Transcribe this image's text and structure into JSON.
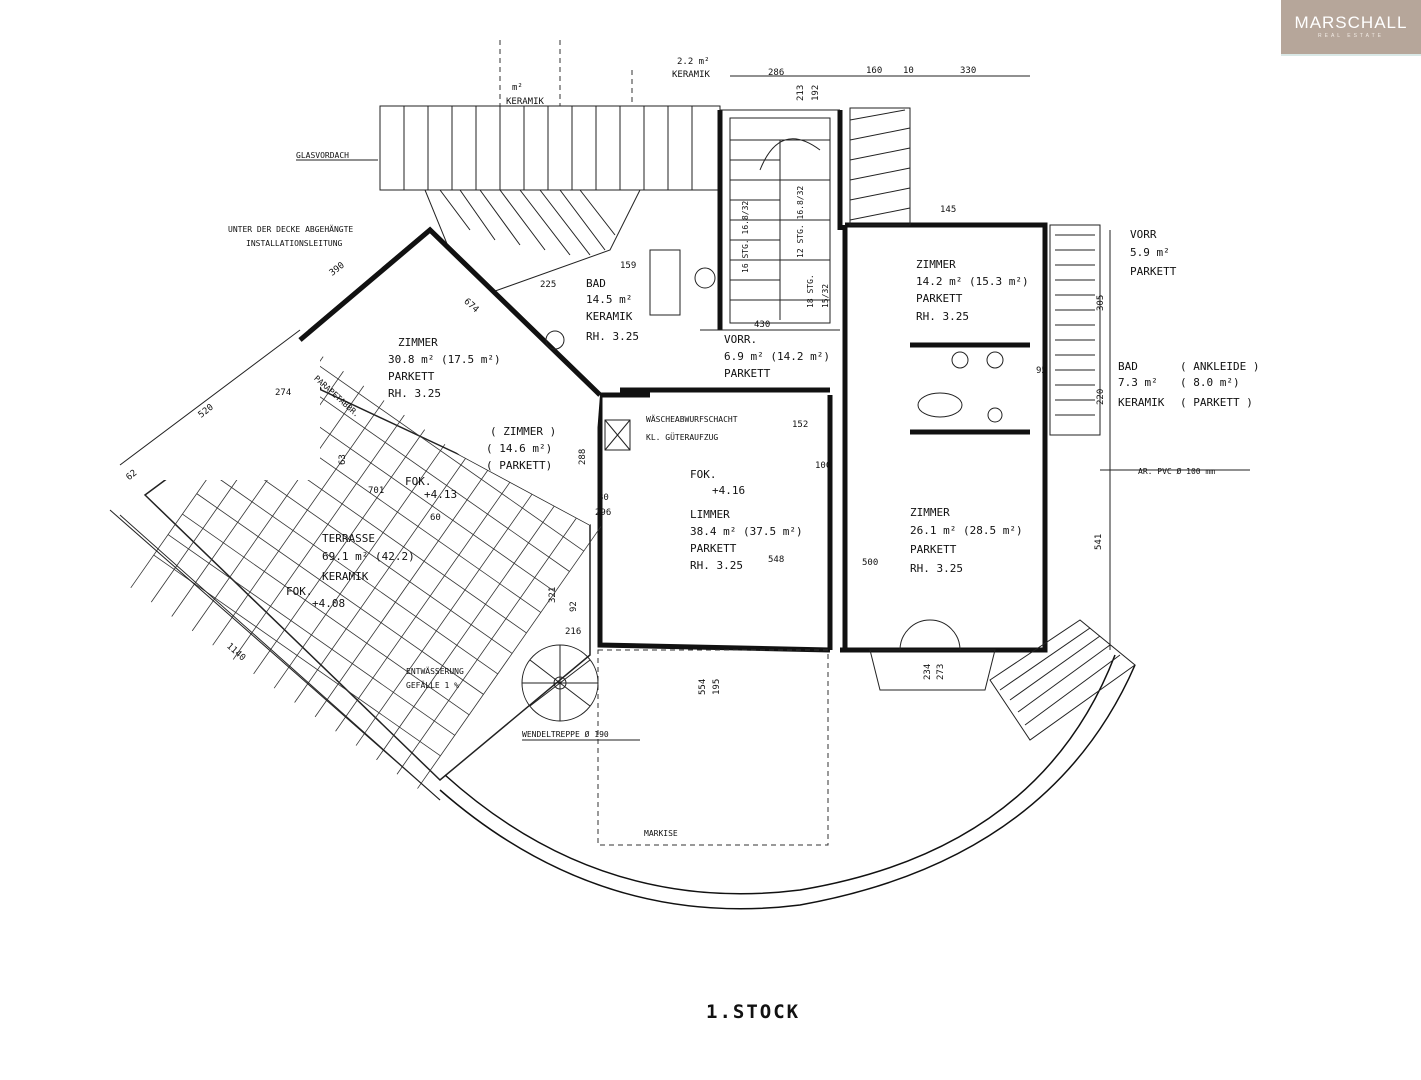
{
  "logo": {
    "brand": "MARSCHALL",
    "sub": "REAL ESTATE"
  },
  "floor_title": "1.STOCK",
  "rooms": {
    "zimmer_a": {
      "name": "ZIMMER",
      "area": "30.8 m² (17.5 m²)",
      "floor": "PARKETT",
      "height": "RH. 3.25"
    },
    "zimmer_b": {
      "name": "( ZIMMER )",
      "area": "( 14.6 m²)",
      "floor": "( PARKETT)"
    },
    "bad_a": {
      "name": "BAD",
      "area": "14.5 m²",
      "floor": "KERAMIK",
      "height": "RH. 3.25"
    },
    "vorr_a": {
      "name": "VORR.",
      "area": "6.9 m² (14.2 m²)",
      "floor": "PARKETT"
    },
    "zimmer_c": {
      "name": "ZIMMER",
      "area": "14.2 m² (15.3 m²)",
      "floor": "PARKETT",
      "height": "RH. 3.25"
    },
    "vorr_b": {
      "name": "VORR",
      "area": "5.9 m²",
      "floor": "PARKETT"
    },
    "bad_b": {
      "name": "BAD",
      "area": "7.3 m²",
      "floor": "KERAMIK"
    },
    "ankleide": {
      "name": "( ANKLEIDE )",
      "area": "( 8.0 m²)",
      "floor": "( PARKETT )"
    },
    "zimmer_d": {
      "name": "ZIMMER",
      "area": "26.1 m² (28.5 m²)",
      "floor": "PARKETT",
      "height": "RH. 3.25"
    },
    "limmer": {
      "name": "LIMMER",
      "area": "38.4 m² (37.5 m²)",
      "floor": "PARKETT",
      "height": "RH. 3.25"
    },
    "terrasse": {
      "name": "TERRASSE",
      "area": "69.1 m² (42.2)",
      "floor": "KERAMIK"
    },
    "keramik_top": {
      "area": "2.2 m²",
      "floor": "KERAMIK"
    },
    "keramik_left": {
      "area": "m²",
      "floor": "KERAMIK"
    }
  },
  "annotations": {
    "glasvordach": "GLASVORDACH",
    "installation_1": "UNTER DER DECKE ABGEHÄNGTE",
    "installation_2": "INSTALLATIONSLEITUNG",
    "parapet": "PARAPETABBR.",
    "waesche": "WÄSCHEABWURFSCHACHT",
    "aufzug": "KL. GÜTERAUFZUG",
    "entwaesserung_1": "ENTWÄSSERUNG",
    "entwaesserung_2": "GEFÄLLE 1 %",
    "wendeltreppe": "WENDELTREPPE Ø 190",
    "markise": "MARKISE",
    "ar_pvc": "AR. PVC Ø 100 mm",
    "fok_1": "FOK.",
    "fok_1_val": "+4.16",
    "fok_2": "FOK.",
    "fok_2_val": "+4.13",
    "fok_3": "FOK.",
    "fok_3_val": "+4.08",
    "stair_1": "16 STG. 16.8/32",
    "stair_2": "12 STG. 16.8/32",
    "stair_3": "18 STG.",
    "stair_4": "15/32"
  },
  "dimensions": {
    "d286": "286",
    "d160": "160",
    "d10": "10",
    "d330": "330",
    "d390": "390",
    "d520": "520",
    "d1140": "1140",
    "d541": "541",
    "d305": "305",
    "d554": "554",
    "d195": "195",
    "d500": "500",
    "d548": "548",
    "d430": "430",
    "d674": "674",
    "d288": "288",
    "d296": "296",
    "d152": "152",
    "d100": "100",
    "d145": "145",
    "d213": "213",
    "d192": "192",
    "d92": "92",
    "d216": "216",
    "d80": "80",
    "d60": "60",
    "d220": "220",
    "d95": "95",
    "d234": "234",
    "d273": "273",
    "d159": "159",
    "d225": "225",
    "d63": "63",
    "d701": "701",
    "d62": "62",
    "d274": "274",
    "d321": "321"
  }
}
